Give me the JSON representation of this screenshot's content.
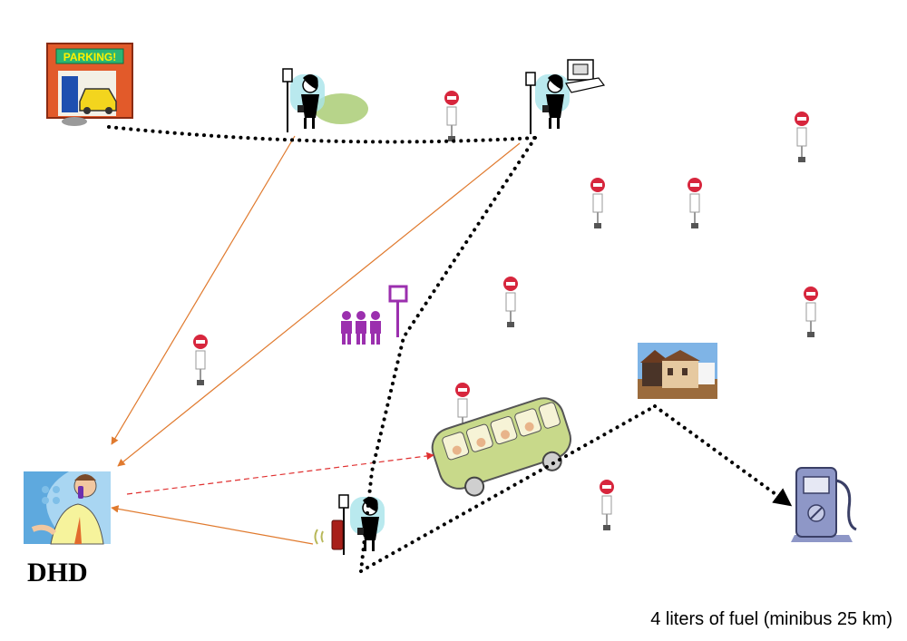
{
  "parking_sign": "PARKING!",
  "dhd_label": "DHD",
  "caption": "4 liters of fuel (minibus 25 km)",
  "colors": {
    "route": "#000000",
    "call_line": "#e07a2e",
    "dispatch_line": "#e03030",
    "stop_sign": "#d7263d",
    "passenger": "#9b2fae",
    "minibus": "#c8d98a",
    "fuel_pump": "#8e97c7"
  },
  "icons": [
    "parking-garage-icon",
    "bus-stop-sign-icon",
    "commuter-with-phone-icon",
    "waiting-passengers-icon",
    "minibus-icon",
    "house-icon",
    "fuel-pump-icon",
    "dispatcher-icon"
  ]
}
